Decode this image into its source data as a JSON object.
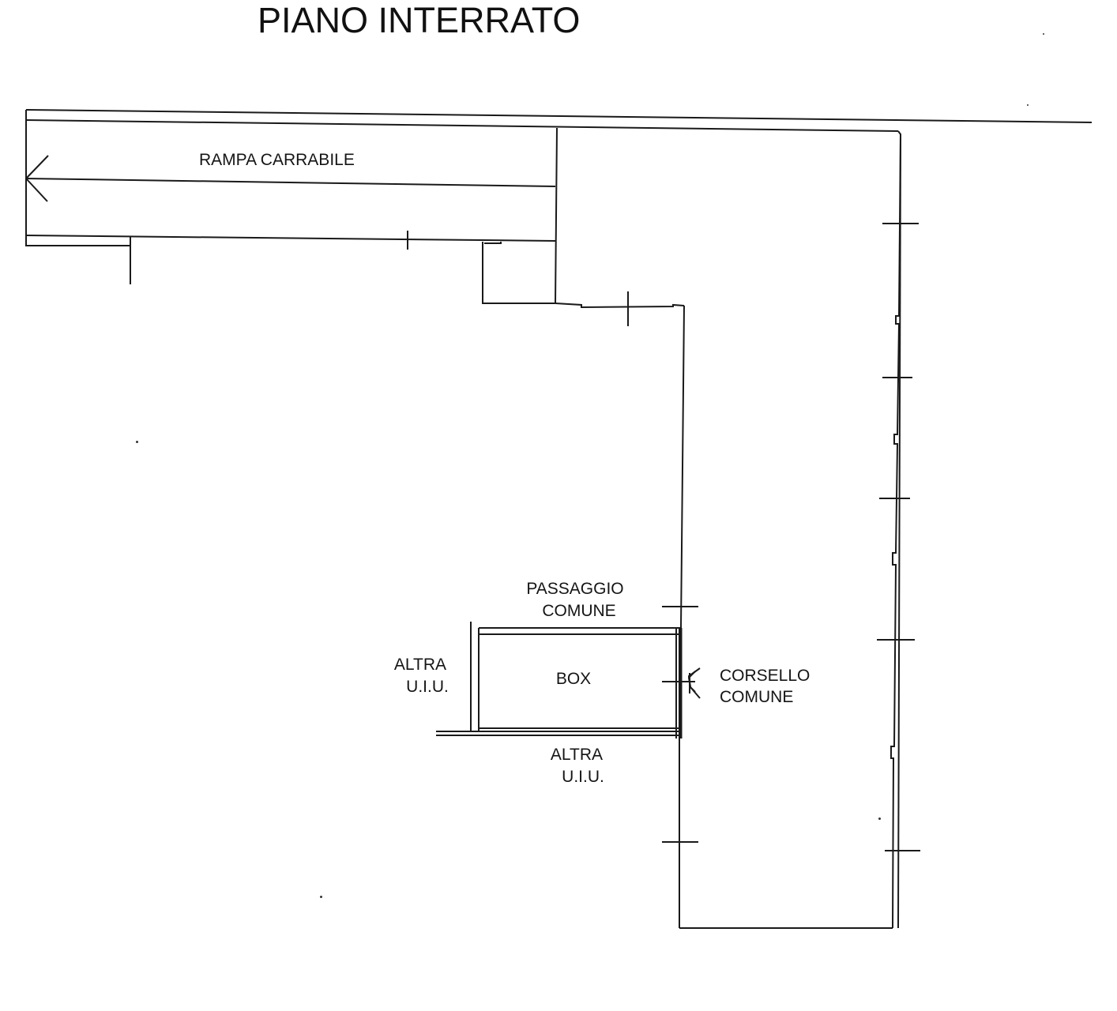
{
  "title": "PIANO INTERRATO",
  "labels": {
    "ramp": "RAMPA CARRABILE",
    "passage_line1": "PASSAGGIO",
    "passage_line2": "COMUNE",
    "box": "BOX",
    "other_left_line1": "ALTRA",
    "other_left_line2": "U.I.U.",
    "other_bottom_line1": "ALTRA",
    "other_bottom_line2": "U.I.U.",
    "corridor_line1": "CORSELLO",
    "corridor_line2": "COMUNE"
  },
  "icons": [
    "arrow-left-icon",
    "door-symbol-icon"
  ],
  "colors": {
    "ink": "#1a1a1a",
    "paper": "#ffffff"
  }
}
